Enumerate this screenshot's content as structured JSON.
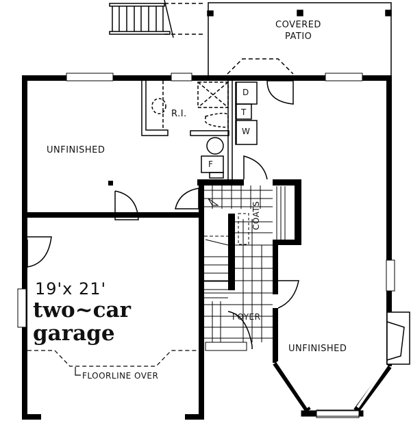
{
  "plan": {
    "type": "floor-plan",
    "colors": {
      "wall": "#000000",
      "background": "#ffffff",
      "line": "#111111"
    }
  },
  "rooms": {
    "covered_patio": {
      "line1": "COVERED",
      "line2": "PATIO"
    },
    "unfinished_left": {
      "label": "UNFINISHED"
    },
    "rough_in": {
      "label": "R.I."
    },
    "laundry": {
      "dryer": "D",
      "tub": "T",
      "washer": "W"
    },
    "furnace": {
      "label": "F"
    },
    "coats": {
      "label": "COATS"
    },
    "foyer": {
      "label": "FOYER"
    },
    "unfinished_right": {
      "label": "UNFINISHED"
    },
    "garage": {
      "dimensions": "19'x 21'",
      "line1": "two~car",
      "line2": "garage",
      "note": "FLOORLINE OVER"
    }
  }
}
